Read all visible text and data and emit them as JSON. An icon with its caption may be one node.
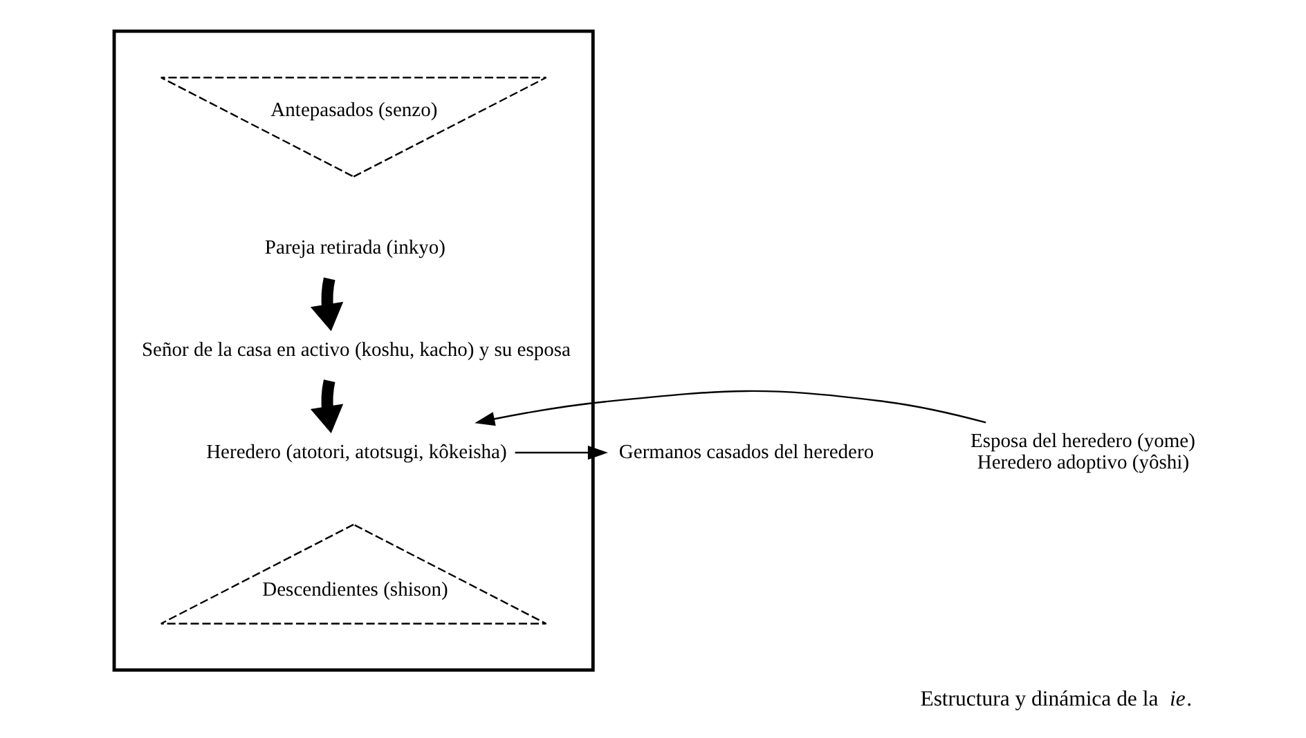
{
  "diagram": {
    "caption": "Estructura y dinámica de la *ie*.",
    "nodes": [
      {
        "text": [],
        "shape": "box"
      },
      {
        "text": [
          "Antepasados (senzo)"
        ],
        "in": 0
      },
      {
        "text": [
          "Pareja retirada (inkyo)"
        ],
        "in": 0
      },
      {
        "text": [
          "Señor de la casa en activo (koshu, kacho) y su esposa"
        ],
        "in": 0
      },
      {
        "text": [
          "Heredero (atotori, atotsugi, kôkeisha)"
        ],
        "in": 0
      },
      {
        "text": [
          "Descendientes (shison)"
        ],
        "in": 0
      },
      {
        "text": [
          "Germanos casados del heredero"
        ]
      },
      {
        "text": [
          "Esposa del heredero (yome)",
          "Heredero adoptivo (yôshi)"
        ]
      }
    ],
    "edges": [
      {
        "from": 2,
        "to": 3,
        "arrow": "to",
        "style": "thick"
      },
      {
        "from": 3,
        "to": 4,
        "arrow": "to",
        "style": "thick"
      },
      {
        "from": 4,
        "to": 6,
        "arrow": "to"
      },
      {
        "from": 7,
        "to": 4,
        "arrow": "to"
      }
    ]
  }
}
